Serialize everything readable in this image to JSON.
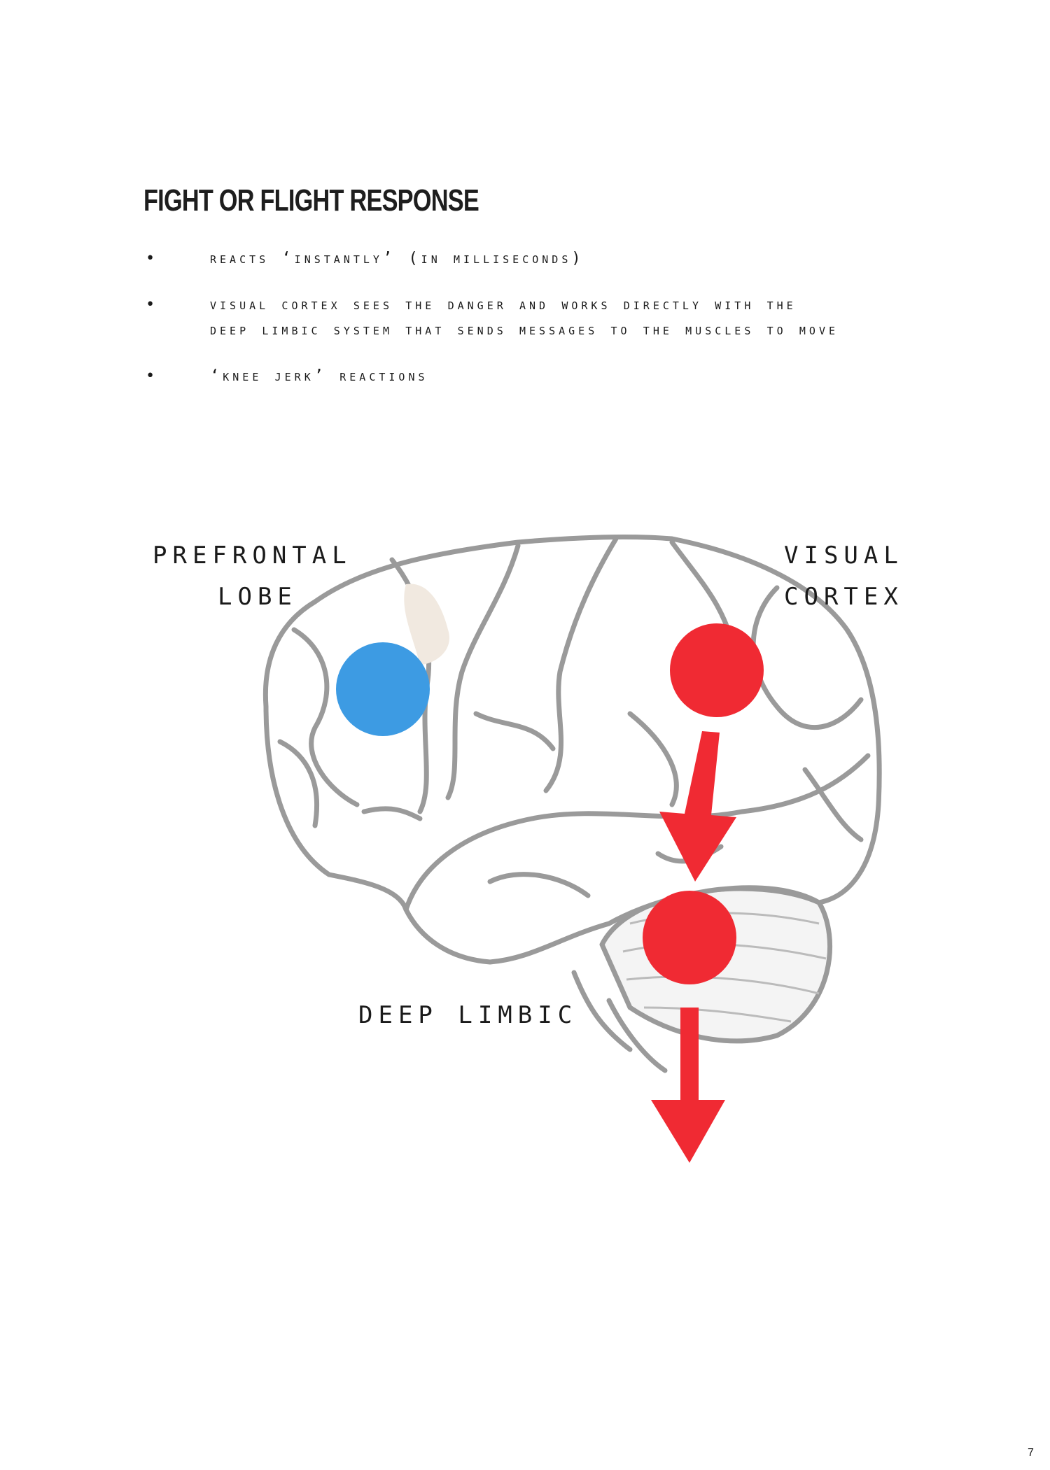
{
  "title": "FIGHT OR FLIGHT RESPONSE",
  "bullets": [
    {
      "text": "Reacts ‘instantly’ (in milliseconds)"
    },
    {
      "text": "Visual cortex sees the danger and works directly with the deep limbic system that sends messages to the muscles to move"
    },
    {
      "text": "‘Knee jerk’ reactions"
    }
  ],
  "diagram": {
    "labels": {
      "prefrontal_line1": "PREFRONTAL",
      "prefrontal_line2": "LOBE",
      "visual_line1": "VISUAL",
      "visual_line2": "CORTEX",
      "deep_limbic": "DEEP LIMBIC"
    },
    "colors": {
      "prefrontal": "#3d9be3",
      "pathway": "#f02a33",
      "outline": "#9a9a9a"
    }
  },
  "page_number": "7"
}
